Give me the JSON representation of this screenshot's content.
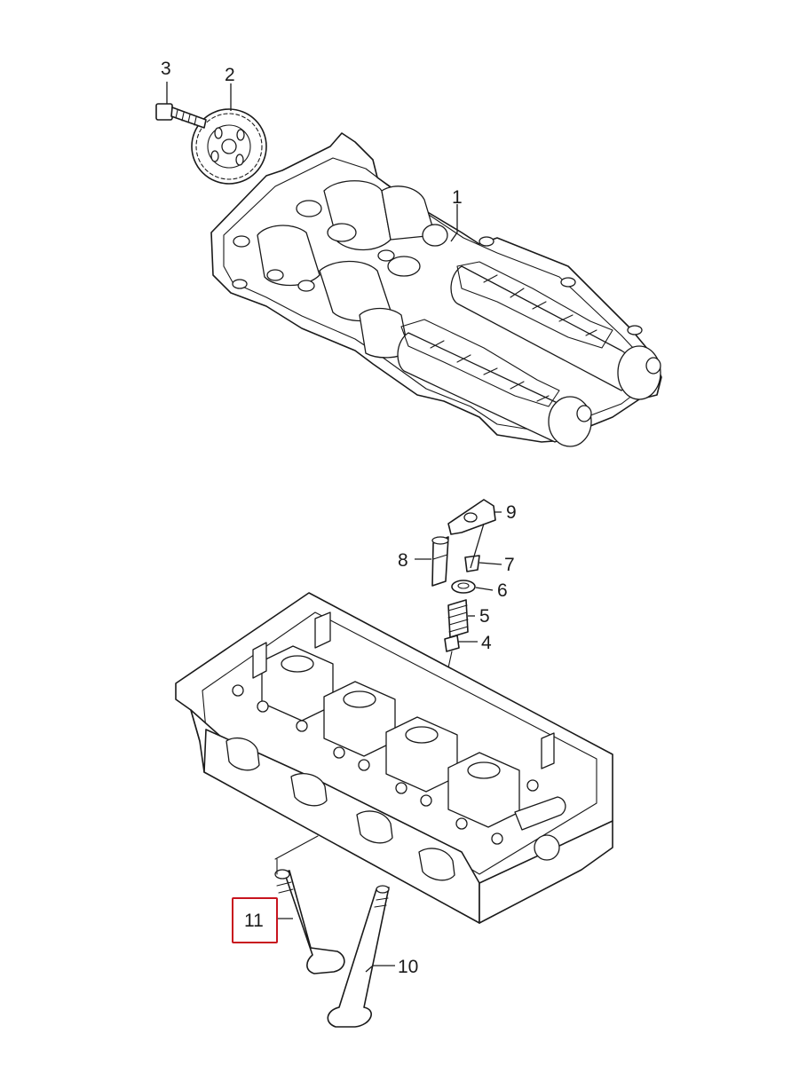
{
  "callouts": {
    "c1": "1",
    "c2": "2",
    "c3": "3",
    "c4": "4",
    "c5": "5",
    "c6": "6",
    "c7": "7",
    "c8": "8",
    "c9": "9",
    "c10": "10",
    "c11": "11"
  },
  "highlighted_callout": "11",
  "colors": {
    "line": "#1a1a1a",
    "highlight": "#c8141e",
    "background": "#ffffff"
  }
}
